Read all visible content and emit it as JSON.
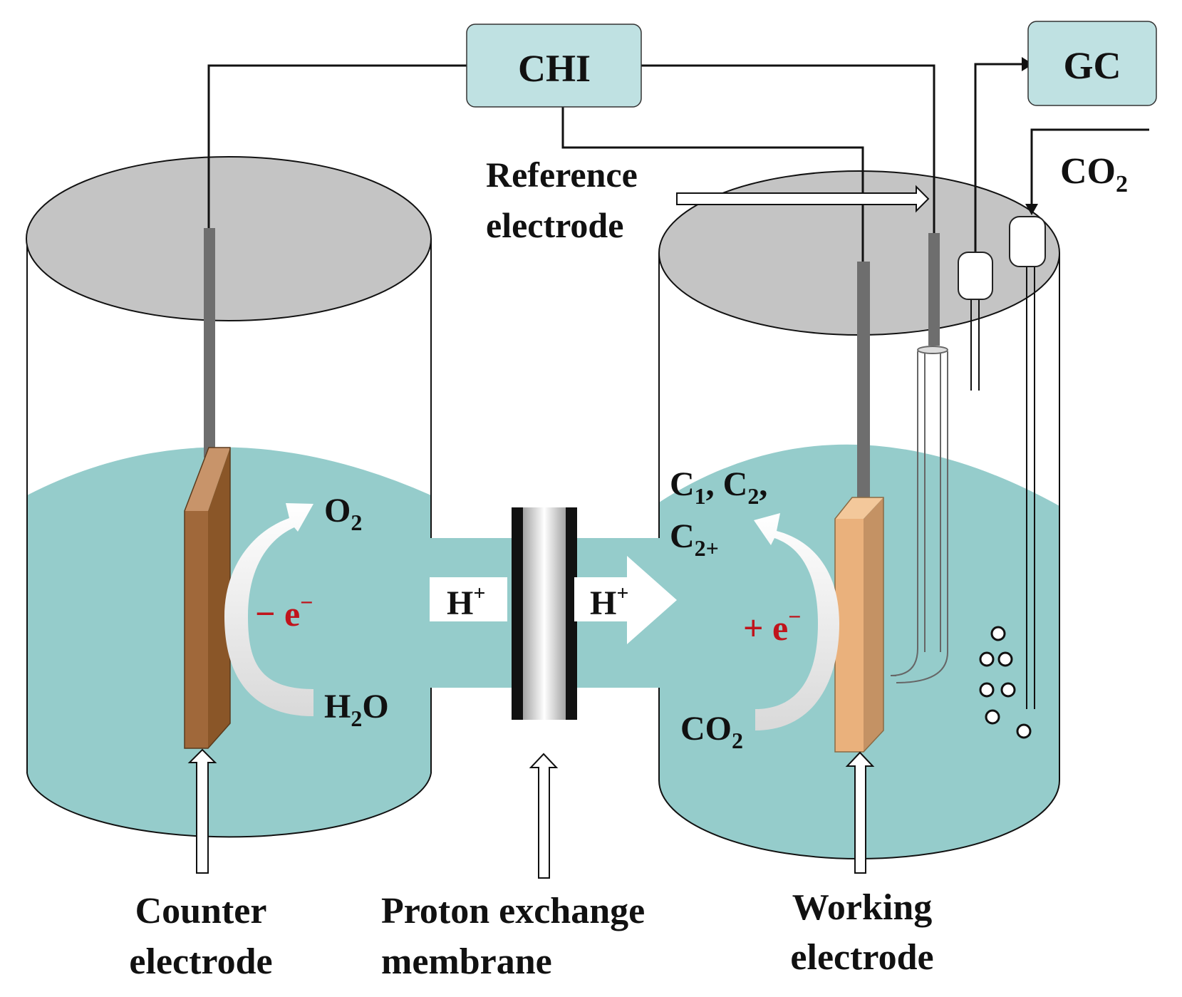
{
  "diagram": {
    "instrument": "CHI",
    "analyzer": "GC",
    "gas_inlet": "CO",
    "gas_inlet_sub": "2",
    "reference_label": [
      "Reference",
      "electrode"
    ],
    "counter_label": [
      "Counter",
      "electrode"
    ],
    "membrane_label": [
      "Proton exchange",
      "membrane"
    ],
    "working_label": [
      "Working",
      "electrode"
    ],
    "anode": {
      "product": "O",
      "product_sub": "2",
      "electron_sign": "− e",
      "electron_sup": "−",
      "reactant": "H",
      "reactant_sub": "2",
      "reactant_tail": "O"
    },
    "proton": {
      "symbol": "H",
      "sup": "+"
    },
    "cathode": {
      "products_line1": [
        "C",
        "1",
        ", C",
        "2",
        ","
      ],
      "products_line2": [
        "C",
        "2+"
      ],
      "electron_sign": "+ e",
      "electron_sup": "−",
      "reactant": "CO",
      "reactant_sub": "2"
    },
    "colors": {
      "electrolyte": "#95cccb",
      "cell_lid": "#c4c4c4",
      "box_fill": "#bfe1e2",
      "counter_electrode": "#a0683a",
      "working_electrode": "#eab17c",
      "electron_text": "#c0141c"
    }
  }
}
